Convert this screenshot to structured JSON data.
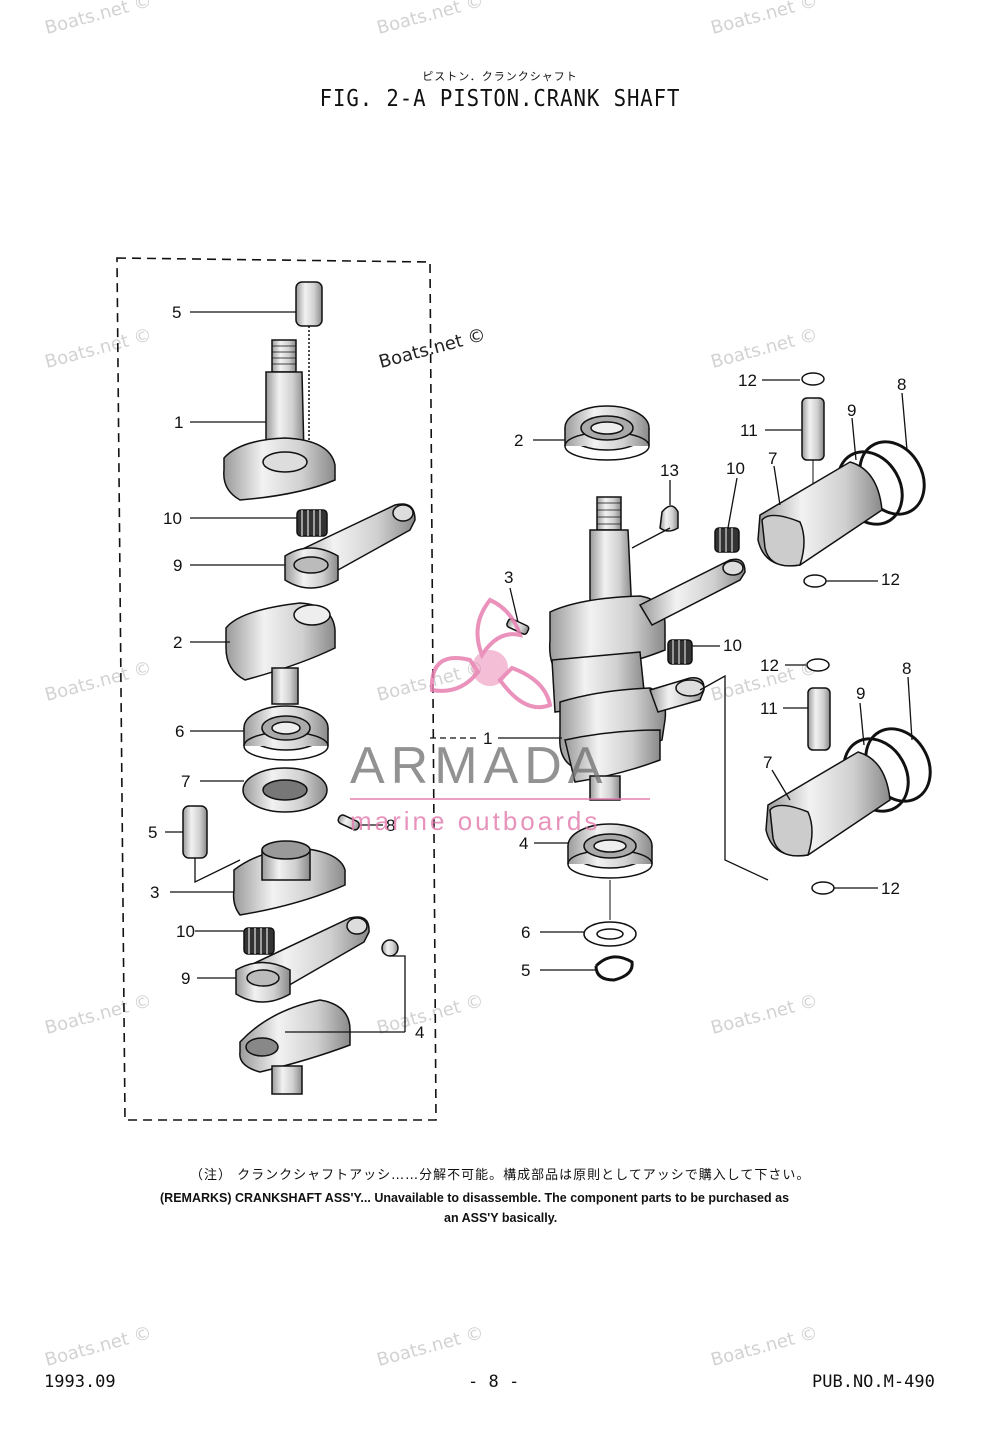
{
  "header": {
    "title_jp": "ピストン．クランクシャフト",
    "title": "FIG.  2-A PISTON.CRANK SHAFT"
  },
  "diagram": {
    "callouts": {
      "left": [
        "5",
        "1",
        "10",
        "9",
        "2",
        "6",
        "7",
        "5",
        "8",
        "3",
        "10",
        "9",
        "4"
      ],
      "right": [
        "2",
        "3",
        "13",
        "10",
        "12",
        "11",
        "8",
        "9",
        "7",
        "12",
        "10",
        "12",
        "11",
        "8",
        "9",
        "7",
        "12",
        "1",
        "4",
        "6",
        "5"
      ]
    }
  },
  "watermarks": [
    "Boats.net ©",
    "Boats.net ©"
  ],
  "logo": {
    "brand": "ARMADA",
    "tagline": "marine outboards",
    "colors": {
      "accent": "#e77fb0",
      "gray": "#6e6e6e"
    }
  },
  "remarks": {
    "jp": "（注） クランクシャフトアッシ……分解不可能。構成部品は原則としてアッシで購入して下さい。",
    "en_line1": "(REMARKS)   CRANKSHAFT ASS'Y... Unavailable to disassemble. The component parts to be purchased as",
    "en_line2": "an ASS'Y basically."
  },
  "footer": {
    "date": "1993.09",
    "page": "- 8 -",
    "pub_no": "PUB.NO.M-490"
  }
}
